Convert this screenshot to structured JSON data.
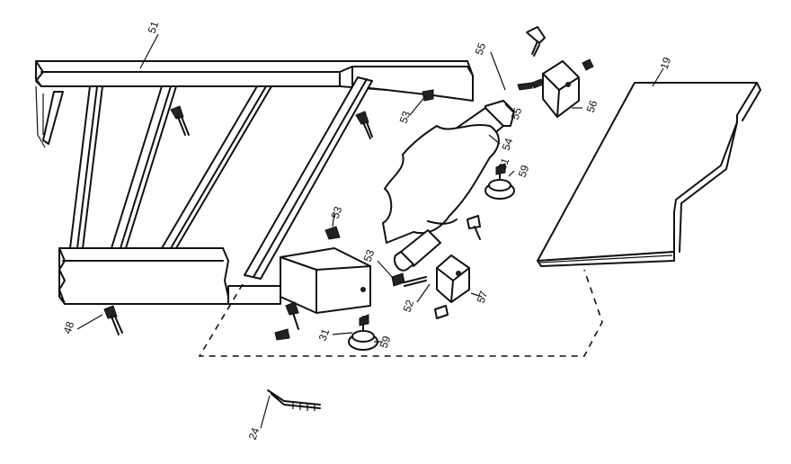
{
  "labels": {
    "p51": "51",
    "p55a": "55",
    "p55b": "55",
    "p53a": "53",
    "p53b": "53",
    "p54": "54",
    "p56": "56",
    "p19": "19",
    "p31a": "31",
    "p59a": "59",
    "p53c": "53",
    "p52": "52",
    "p57": "57",
    "p48": "48",
    "p31b": "31",
    "p59b": "59",
    "p24": "24"
  }
}
